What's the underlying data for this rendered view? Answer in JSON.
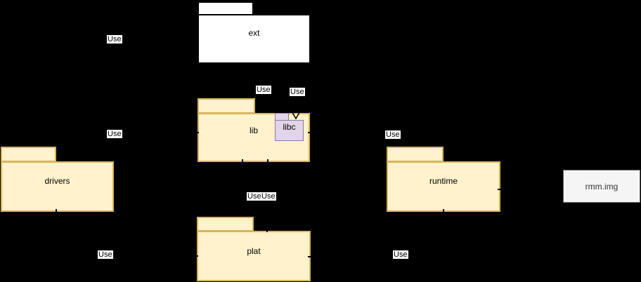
{
  "diagram": {
    "type": "uml-package-dependency-diagram",
    "background_color": "#000000",
    "packages": {
      "ext": {
        "label": "ext",
        "fill": "#ffffff",
        "stroke": "#000000"
      },
      "lib": {
        "label": "lib",
        "fill": "#fff2cc",
        "stroke": "#d6b656"
      },
      "libc": {
        "label": "libc",
        "fill": "#e1d5e7",
        "stroke": "#9673a6",
        "nested_in": "lib"
      },
      "drivers": {
        "label": "drivers",
        "fill": "#fff2cc",
        "stroke": "#d6b656"
      },
      "runtime": {
        "label": "runtime",
        "fill": "#fff2cc",
        "stroke": "#d6b656"
      },
      "plat": {
        "label": "plat",
        "fill": "#fff2cc",
        "stroke": "#d6b656"
      }
    },
    "artifacts": {
      "rmm_img": {
        "label": "rmm.img",
        "fill": "#f5f5f5",
        "stroke": "#666666",
        "text_color": "#333333"
      }
    },
    "use_labels": [
      "Use",
      "Use",
      "Use",
      "Use",
      "Use",
      "Use",
      "Use",
      "Use",
      "Use"
    ],
    "edge_color": "#000000"
  }
}
